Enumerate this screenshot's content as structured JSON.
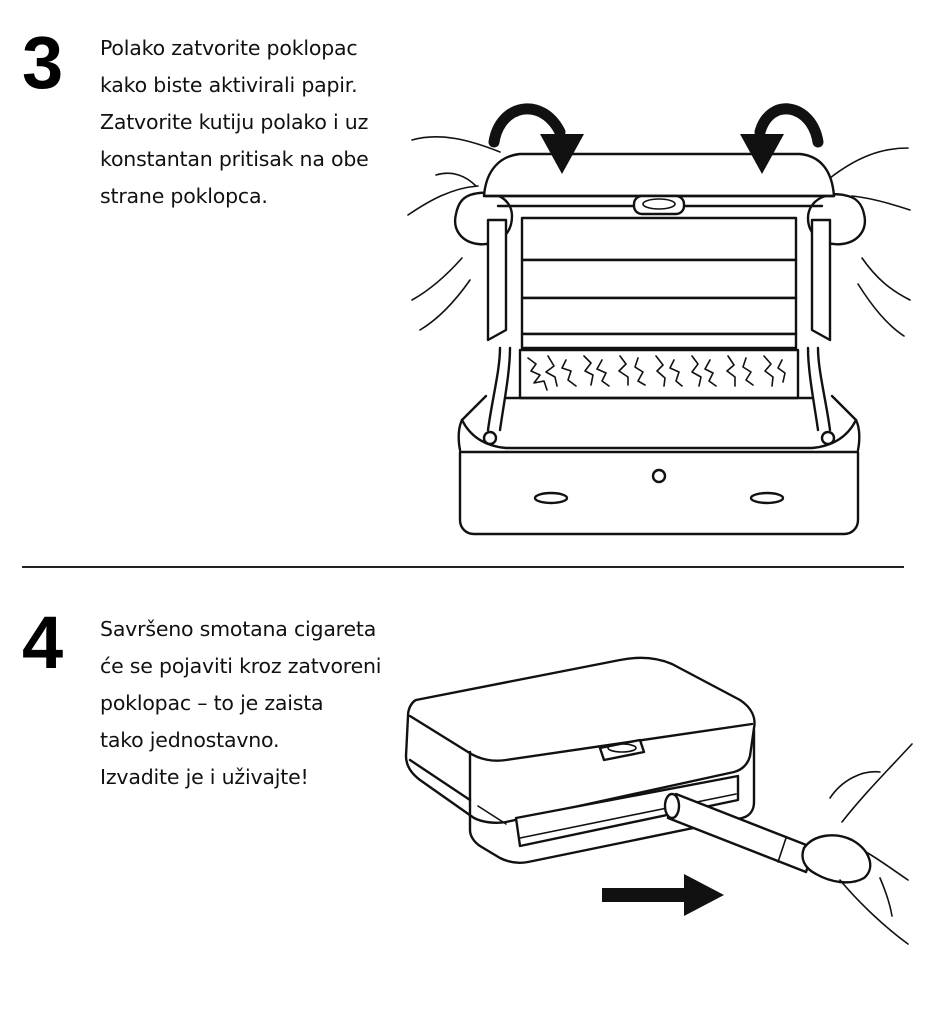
{
  "steps": [
    {
      "number": "3",
      "lines": [
        "Polako zatvorite poklopac",
        "kako biste aktivirali papir.",
        "Zatvorite kutiju polako i uz",
        "konstantan pritisak na obe",
        "strane poklopca."
      ],
      "illustration": "open-rolling-box-with-hands-closing-lid"
    },
    {
      "number": "4",
      "lines": [
        "Savršeno smotana cigareta",
        "će se pojaviti kroz zatvoreni",
        "poklopac – to je zaista",
        "tako jednostavno.",
        "Izvadite je i uživajte!"
      ],
      "illustration": "closed-box-with-cigarette-being-pulled-out"
    }
  ],
  "icons": [
    "curved-arrow-icon",
    "right-arrow-icon"
  ]
}
